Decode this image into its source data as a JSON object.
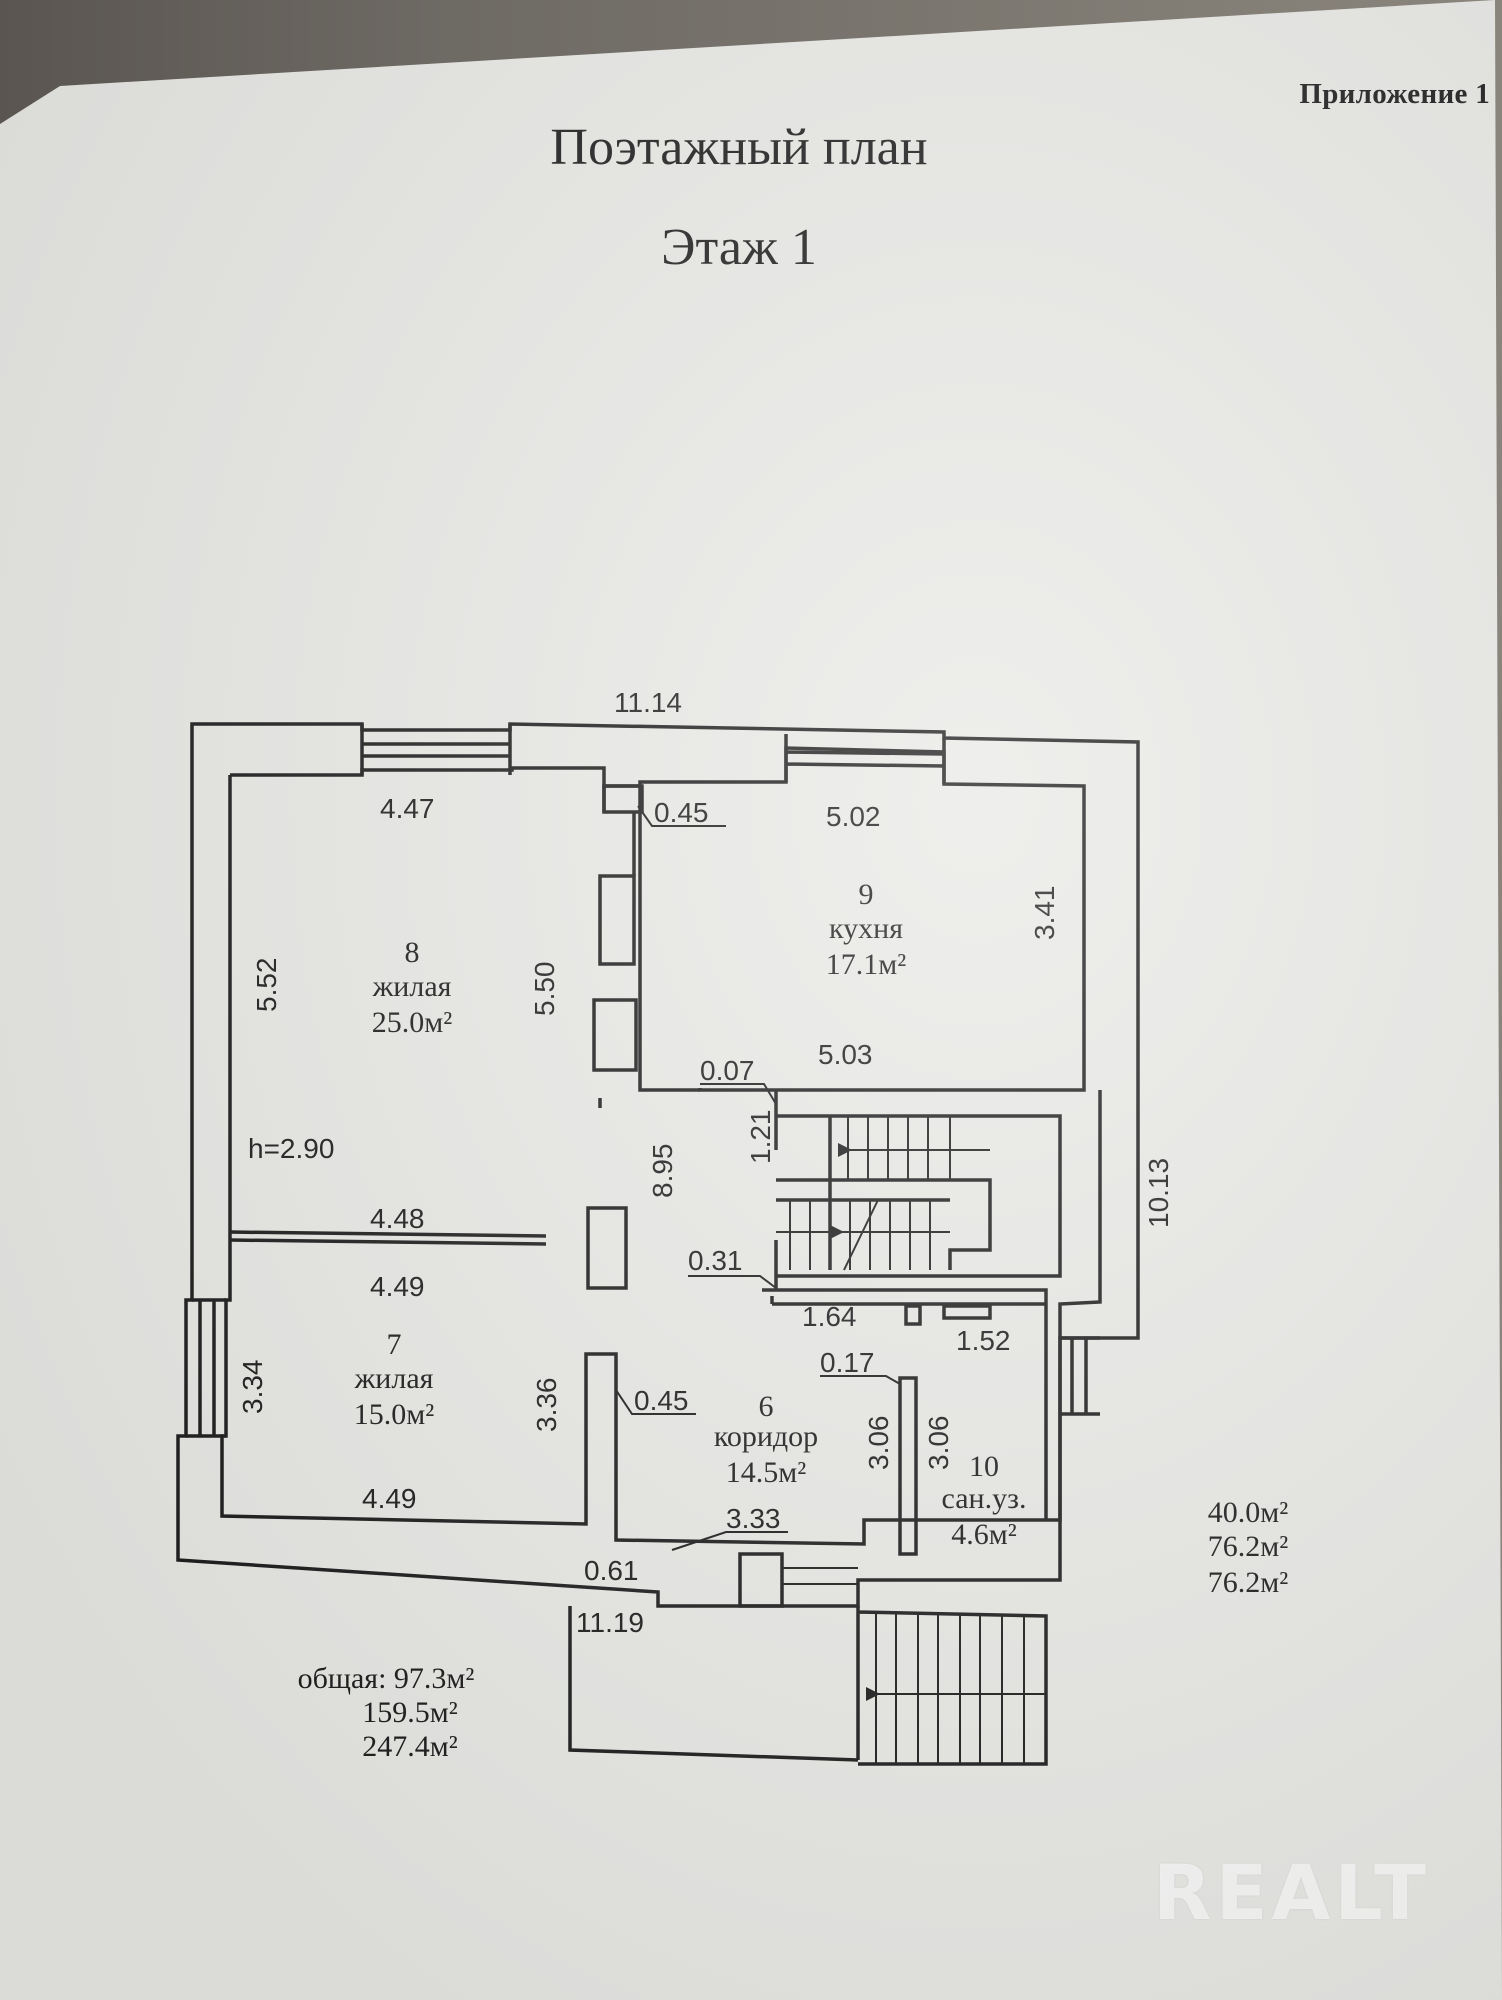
{
  "header": {
    "appendix": "Приложение 1",
    "title": "Поэтажный план",
    "floor": "Этаж 1"
  },
  "dimensions": {
    "top_overall": "11.14",
    "room8_top": "4.47",
    "wall_045_top": "0.45",
    "room9_top": "5.02",
    "room9_right": "3.41",
    "room9_bottom": "5.03",
    "dim_007": "0.07",
    "dim_121": "1.21",
    "room8_left": "5.52",
    "room8_right": "5.50",
    "height": "h=2.90",
    "room8_bottom": "4.48",
    "corridor_len": "8.95",
    "right_overall": "10.13",
    "room7_top": "4.49",
    "dim_031": "0.31",
    "dim_164": "1.64",
    "dim_152": "1.52",
    "dim_017": "0.17",
    "room7_left": "3.34",
    "room7_right": "3.36",
    "wall_045_mid": "0.45",
    "dim_306a": "3.06",
    "dim_306b": "3.06",
    "room7_bottom": "4.49",
    "dim_333": "3.33",
    "dim_061": "0.61",
    "bottom_overall": "11.19"
  },
  "rooms": [
    {
      "number": "8",
      "name": "жилая",
      "area": "25.0м²"
    },
    {
      "number": "9",
      "name": "кухня",
      "area": "17.1м²"
    },
    {
      "number": "7",
      "name": "жилая",
      "area": "15.0м²"
    },
    {
      "number": "6",
      "name": "коридор",
      "area": "14.5м²"
    },
    {
      "number": "10",
      "name": "сан.уз.",
      "area": "4.6м²"
    }
  ],
  "summary_right": [
    "40.0м²",
    "76.2м²",
    "76.2м²"
  ],
  "summary_left": [
    "общая: 97.3м²",
    "159.5м²",
    "247.4м²"
  ],
  "watermark": "REALT"
}
